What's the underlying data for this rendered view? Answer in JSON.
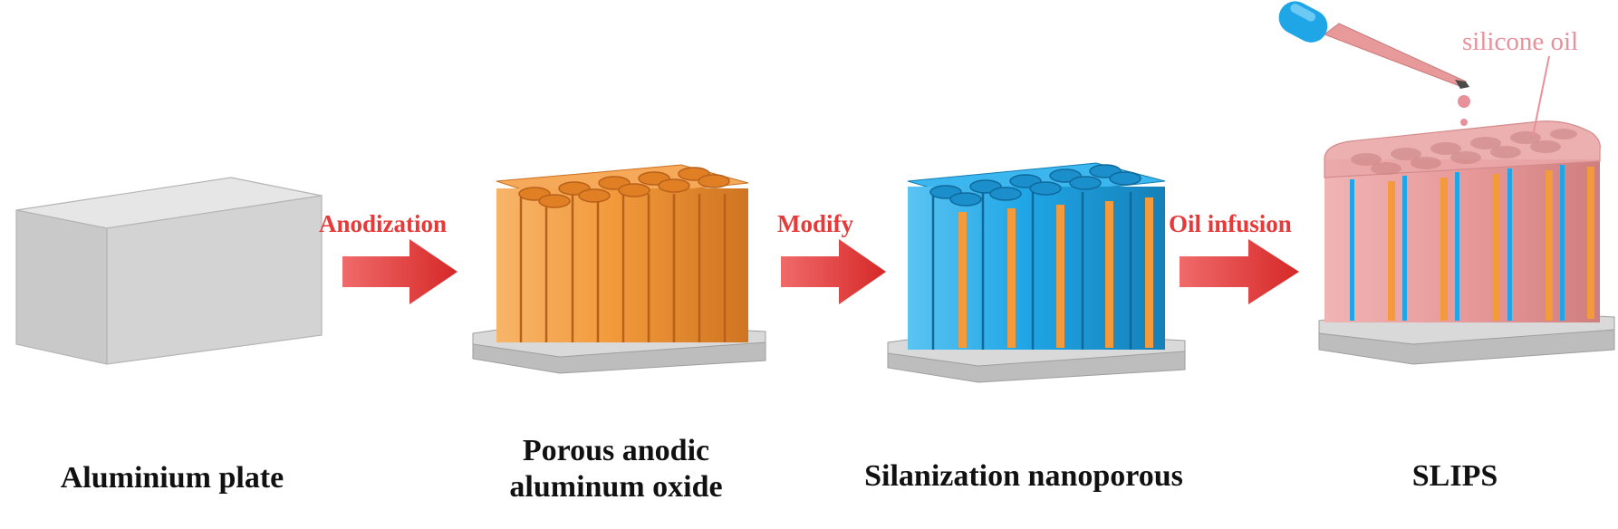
{
  "steps": [
    {
      "caption_line1": "Aluminium plate",
      "caption_line2": ""
    },
    {
      "caption_line1": "Porous anodic",
      "caption_line2": "aluminum oxide"
    },
    {
      "caption_line1": "Silanization nanoporous",
      "caption_line2": ""
    },
    {
      "caption_line1": "SLIPS",
      "caption_line2": ""
    }
  ],
  "arrows": [
    {
      "label": "Anodization"
    },
    {
      "label": "Modify"
    },
    {
      "label": "Oil infusion"
    }
  ],
  "annotation": {
    "label": "silicone oil"
  },
  "colors": {
    "aluminium": "#c8c8c8",
    "alumina": "#f39a3c",
    "silane": "#20a6e6",
    "oil": "#e89a9a",
    "arrow": "#e63a3a",
    "text": "#111111",
    "substrate": "#bdbdbd"
  }
}
